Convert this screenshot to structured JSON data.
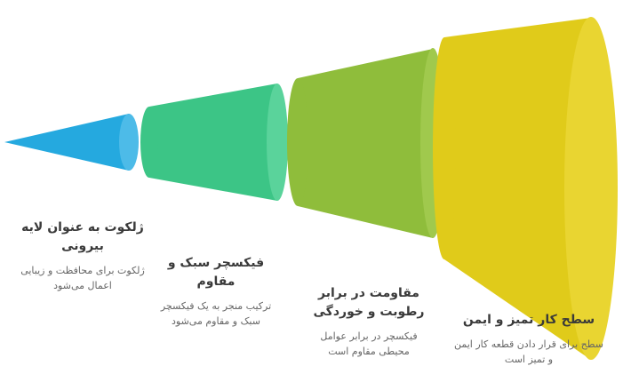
{
  "colors": {
    "stage1": "#25a9df",
    "stage2": "#3cc586",
    "stage3": "#8fbd3b",
    "stage4": "#e0cb1a"
  },
  "stages": [
    {
      "title": "ژلکوت به عنوان لایه بیرونی",
      "description": "ژلکوت برای محافظت و زیبایی اعمال می‌شود"
    },
    {
      "title": "فیکسچر سبک و مقاوم",
      "description": "ترکیب منجر به یک فیکسچر سبک و مقاوم می‌شود"
    },
    {
      "title": "مقاومت در برابر رطوبت و خوردگی",
      "description": "فیکسچر در برابر عوامل محیطی مقاوم است"
    },
    {
      "title": "سطح کار تمیز و ایمن",
      "description": "سطح برای قرار دادن قطعه کار ایمن و تمیز است"
    }
  ]
}
